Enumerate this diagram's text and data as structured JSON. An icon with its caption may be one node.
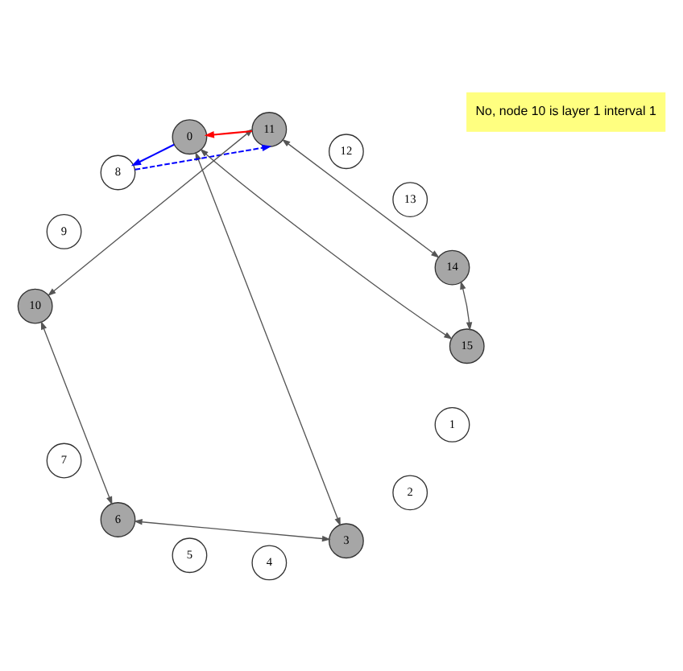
{
  "diagram": {
    "nodes": [
      {
        "text": [
          "0"
        ]
      },
      {
        "text": [
          "1"
        ]
      },
      {
        "text": [
          "2"
        ]
      },
      {
        "text": [
          "3"
        ]
      },
      {
        "text": [
          "4"
        ]
      },
      {
        "text": [
          "5"
        ]
      },
      {
        "text": [
          "6"
        ]
      },
      {
        "text": [
          "7"
        ]
      },
      {
        "text": [
          "8"
        ]
      },
      {
        "text": [
          "9"
        ]
      },
      {
        "text": [
          "10"
        ]
      },
      {
        "text": [
          "11"
        ]
      },
      {
        "text": [
          "12"
        ]
      },
      {
        "text": [
          "13"
        ]
      },
      {
        "text": [
          "14"
        ]
      },
      {
        "text": [
          "15"
        ]
      }
    ],
    "edges": [
      {
        "from": 15,
        "to": 0,
        "arrow": "both"
      },
      {
        "from": 0,
        "to": 3,
        "arrow": "both"
      },
      {
        "from": 3,
        "to": 6,
        "arrow": "both"
      },
      {
        "from": 6,
        "to": 10,
        "arrow": "both"
      },
      {
        "from": 10,
        "to": 11,
        "arrow": "both"
      },
      {
        "from": 11,
        "to": 14,
        "arrow": "both"
      },
      {
        "from": 14,
        "to": 15,
        "arrow": "both"
      },
      {
        "from": 11,
        "to": 0,
        "arrow": "to",
        "color": "#ff0000"
      },
      {
        "from": 0,
        "to": 8,
        "arrow": "to",
        "color": "#0000ff"
      },
      {
        "from": 8,
        "to": 11,
        "arrow": "to",
        "style": "dashed",
        "color": "#0000ff"
      }
    ],
    "labels": [
      "No, node 10 is layer 1 interval 1"
    ]
  }
}
